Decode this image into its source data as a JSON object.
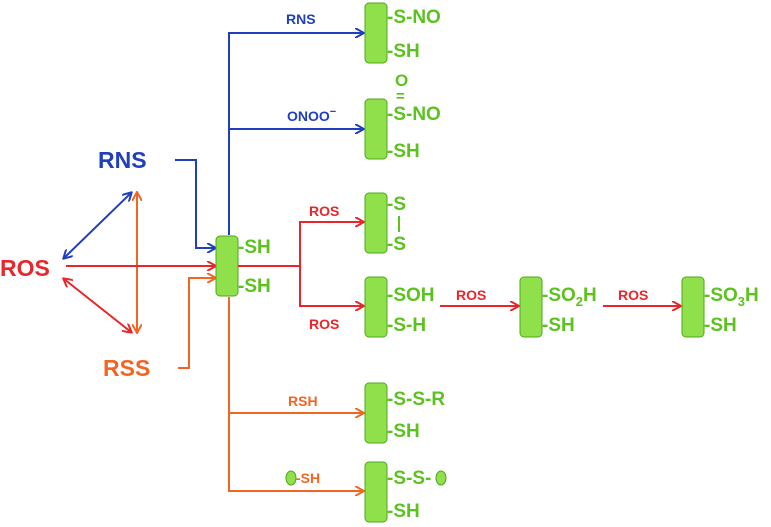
{
  "colors": {
    "ros": "#e8262b",
    "rns": "#1f3fbf",
    "rss": "#f26522",
    "thiol": "#5cc21e",
    "box_fill": "#8fe04a",
    "box_stroke": "#4fa81a"
  },
  "sources": {
    "ros": "ROS",
    "rns": "RNS",
    "rss": "RSS"
  },
  "central_protein": {
    "top": "-SH",
    "bottom": "-SH"
  },
  "arrow_labels": {
    "rns": "RNS",
    "onoo": "ONOO",
    "onoo_sup": "−",
    "ros_disulfide": "ROS",
    "ros_sulfenic": "ROS",
    "ros_sulfinic": "ROS",
    "ros_sulfonic": "ROS",
    "rsh": "RSH",
    "protein_sh": "-SH"
  },
  "products": {
    "nitrosyl": {
      "top": "-S-NO",
      "bottom": "-SH"
    },
    "nitroxyl": {
      "oxo": "O",
      "bond": "=",
      "top": "-S-NO",
      "bottom": "-SH"
    },
    "disulfide": {
      "top": "-S",
      "bottom": "-S"
    },
    "sulfenic": {
      "top": "-SOH",
      "bottom": "-S-H"
    },
    "sulfinic": {
      "top": "-SO",
      "sub": "2",
      "tail": "H",
      "bottom": "-SH"
    },
    "sulfonic": {
      "top": "-SO",
      "sub": "3",
      "tail": "H",
      "bottom": "-SH"
    },
    "mixed_disulfide": {
      "top": "-S-S-R",
      "bottom": "-SH"
    },
    "protein_disulfide": {
      "top": "-S-S-",
      "bottom": "-SH"
    }
  }
}
